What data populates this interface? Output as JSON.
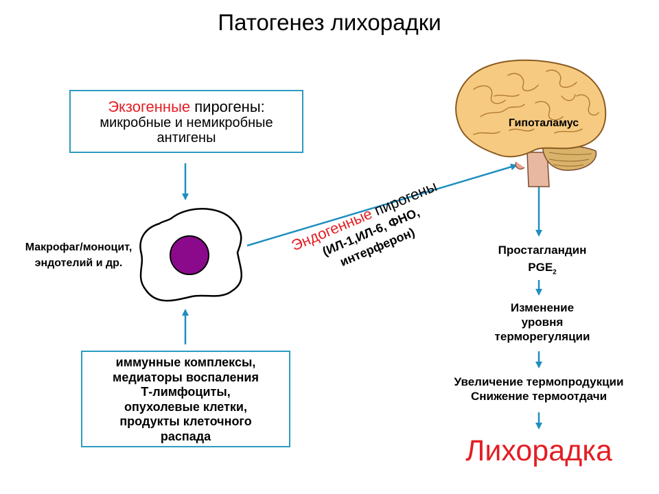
{
  "title": "Патогенез лихорадки",
  "exogenous": {
    "word": "Экзогенные",
    "rest": " пирогены:",
    "line2": "микробные и немикробные",
    "line3": "антигены"
  },
  "cell_label": [
    "Макрофаг/моноцит,",
    "эндотелий и др."
  ],
  "other_inducers": [
    "иммунные комплексы,",
    "медиаторы воспаления",
    "Т-лимфоциты,",
    "опухолевые клетки,",
    "продукты клеточного",
    "распада"
  ],
  "endogenous": {
    "word": "Эндогенные",
    "rest": " пирогены",
    "line2": "(ИЛ-1,ИЛ-6, ФНО,",
    "line3": "интерферон)"
  },
  "hypothalamus_label": "Гипоталамус",
  "steps": {
    "pg_line1": "Простагландин",
    "pg_line2": "PGE",
    "pg_sub": "2",
    "change": [
      "Изменение",
      "уровня",
      "терморегуляции"
    ],
    "increase": [
      "Увеличение термопродукции",
      "Снижение термоотдачи"
    ]
  },
  "result": "Лихорадка",
  "colors": {
    "accent_red": "#e31e24",
    "arrow_blue": "#1e8fc0",
    "box_border": "#2b9bc0",
    "nucleus": "#8b0a8b"
  }
}
